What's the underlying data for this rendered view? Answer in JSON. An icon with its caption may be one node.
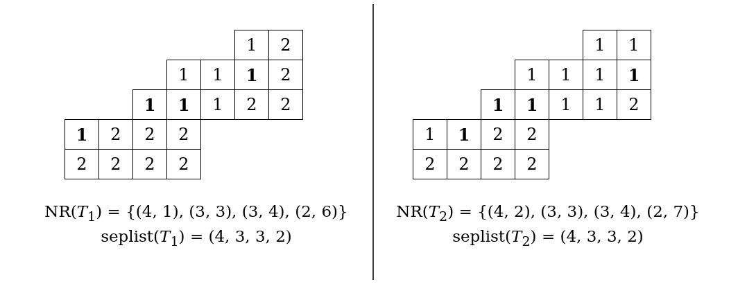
{
  "diagram": {
    "nodes": [
      {
        "text": [
          "1"
        ]
      },
      {
        "text": [
          "2"
        ]
      },
      {
        "text": [
          "1"
        ]
      },
      {
        "text": [
          "1"
        ]
      },
      {
        "text": [
          "**1**"
        ]
      },
      {
        "text": [
          "2"
        ]
      },
      {
        "text": [
          "**1**"
        ]
      },
      {
        "text": [
          "**1**"
        ]
      },
      {
        "text": [
          "1"
        ]
      },
      {
        "text": [
          "2"
        ]
      },
      {
        "text": [
          "2"
        ]
      },
      {
        "text": [
          "**1**"
        ]
      },
      {
        "text": [
          "2"
        ]
      },
      {
        "text": [
          "2"
        ]
      },
      {
        "text": [
          "2"
        ]
      },
      {
        "text": [
          "2"
        ]
      },
      {
        "text": [
          "2"
        ]
      },
      {
        "text": [
          "2"
        ]
      },
      {
        "text": [
          "2"
        ]
      },
      {
        "text": [
          "1"
        ]
      },
      {
        "text": [
          "1"
        ]
      },
      {
        "text": [
          "1"
        ]
      },
      {
        "text": [
          "1"
        ]
      },
      {
        "text": [
          "1"
        ]
      },
      {
        "text": [
          "**1**"
        ]
      },
      {
        "text": [
          "**1**"
        ]
      },
      {
        "text": [
          "**1**"
        ]
      },
      {
        "text": [
          "1"
        ]
      },
      {
        "text": [
          "1"
        ]
      },
      {
        "text": [
          "2"
        ]
      },
      {
        "text": [
          "1"
        ]
      },
      {
        "text": [
          "**1**"
        ]
      },
      {
        "text": [
          "2"
        ]
      },
      {
        "text": [
          "2"
        ]
      },
      {
        "text": [
          "2"
        ]
      },
      {
        "text": [
          "2"
        ]
      },
      {
        "text": [
          "2"
        ]
      },
      {
        "text": [
          "2"
        ]
      }
    ],
    "labels": [
      "NR(*T*$_{1}$) = {(4, 1), (3, 3), (3, 4), (2, 6)}",
      "seplist(*T*$_{1}$) = (4, 3, 3, 2)",
      "NR(*T*$_{2}$) = {(4, 2), (3, 3), (3, 4), (2, 7)}",
      "seplist(*T*$_{2}$) = (4, 3, 3, 2)"
    ]
  }
}
